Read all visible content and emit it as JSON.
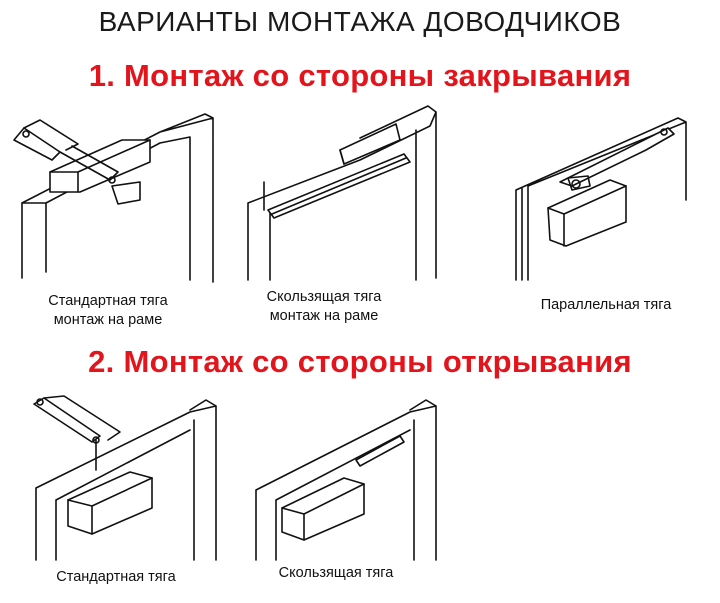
{
  "title": "ВАРИАНТЫ МОНТАЖА ДОВОДЧИКОВ",
  "sections": [
    {
      "heading": "1. Монтаж со стороны закрывания",
      "variants": [
        {
          "caption_line1": "Стандартная тяга",
          "caption_line2": "монтаж на раме"
        },
        {
          "caption_line1": "Скользящая тяга",
          "caption_line2": "монтаж на раме"
        },
        {
          "caption_line1": "Параллельная тяга",
          "caption_line2": ""
        }
      ]
    },
    {
      "heading": "2. Монтаж со стороны открывания",
      "variants": [
        {
          "caption_line1": "Стандартная тяга"
        },
        {
          "caption_line1": "Скользящая тяга"
        }
      ]
    }
  ],
  "colors": {
    "heading": "#e3141b",
    "title": "#1a1a1a",
    "line": "#111111"
  }
}
